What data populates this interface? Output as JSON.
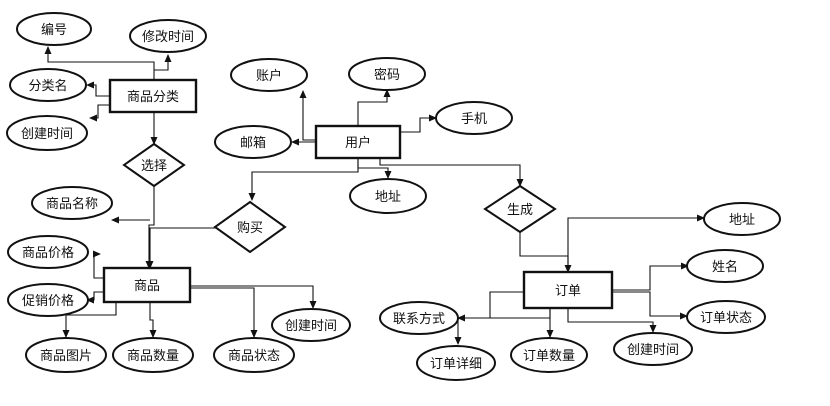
{
  "diagram": {
    "entities": {
      "category": "商品分类",
      "user": "用户",
      "product": "商品",
      "order": "订单"
    },
    "relations": {
      "select": "选择",
      "buy": "购买",
      "generate": "生成"
    },
    "attributes": {
      "cat_id": "编号",
      "cat_modified": "修改时间",
      "cat_name": "分类名",
      "cat_created": "创建时间",
      "user_account": "账户",
      "user_password": "密码",
      "user_phone": "手机",
      "user_email": "邮箱",
      "user_address": "地址",
      "prod_name": "商品名称",
      "prod_price": "商品价格",
      "prod_promo": "促销价格",
      "prod_image": "商品图片",
      "prod_qty": "商品数量",
      "prod_status": "商品状态",
      "prod_created": "创建时间",
      "order_address": "地址",
      "order_name": "姓名",
      "order_contact": "联系方式",
      "order_status": "订单状态",
      "order_detail": "订单详细",
      "order_qty": "订单数量",
      "order_created": "创建时间"
    }
  }
}
